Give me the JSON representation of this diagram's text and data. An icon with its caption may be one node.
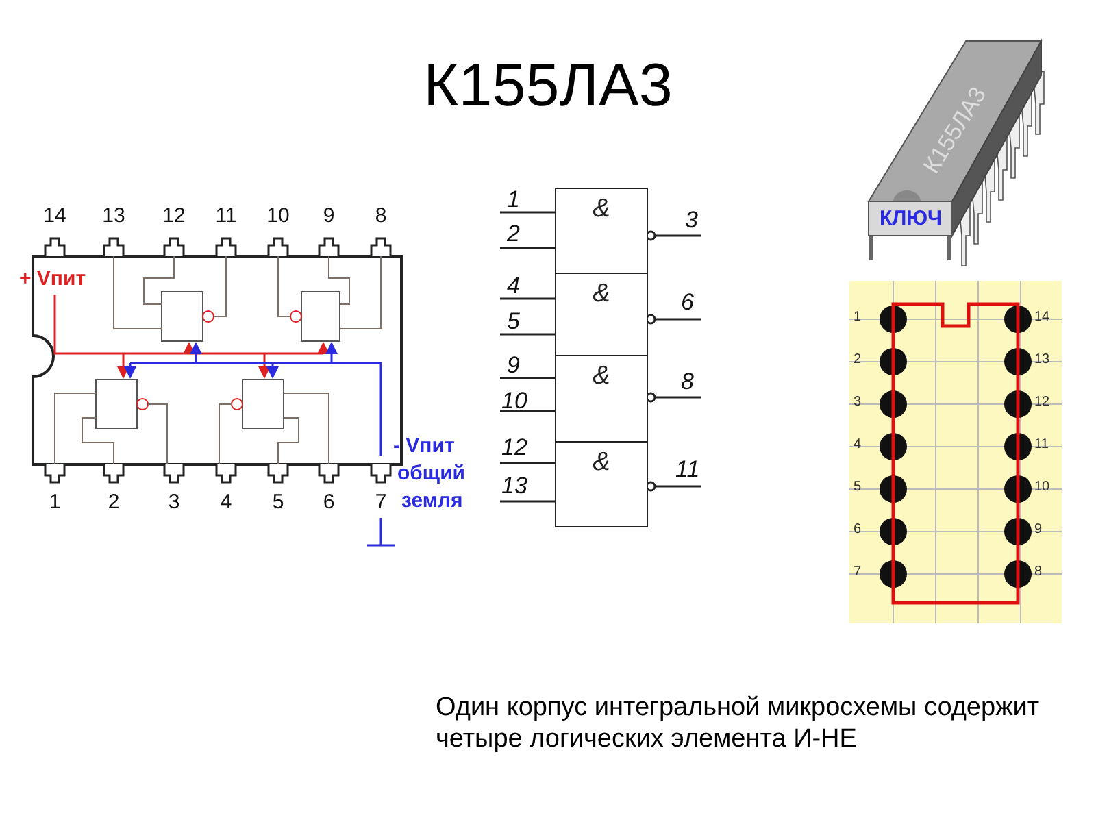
{
  "diagram": {
    "title": "К155ЛА3",
    "caption": "Один корпус интегральной микросхемы содержит четыре логических элемента И-НЕ",
    "nodes": [
      {
        "text": [
          "&"
        ]
      },
      {
        "text": [
          "&"
        ]
      },
      {
        "text": [
          "&"
        ]
      },
      {
        "text": [
          "&"
        ]
      }
    ],
    "labels": [
      "14",
      "13",
      "12",
      "11",
      "10",
      "9",
      "8",
      "+ Vпит",
      "К155ЛА3",
      "КЛЮЧ",
      "1",
      "2",
      "3",
      "4",
      "5",
      "6",
      "9",
      "10",
      "8",
      "12",
      "13",
      "11",
      "- Vпит",
      "общий",
      "1",
      "2",
      "3",
      "4",
      "5",
      "6",
      "7",
      "земля",
      "1",
      "14",
      "2",
      "13",
      "3",
      "12",
      "4",
      "11",
      "5",
      "10",
      "6",
      "9",
      "7",
      "8"
    ]
  }
}
